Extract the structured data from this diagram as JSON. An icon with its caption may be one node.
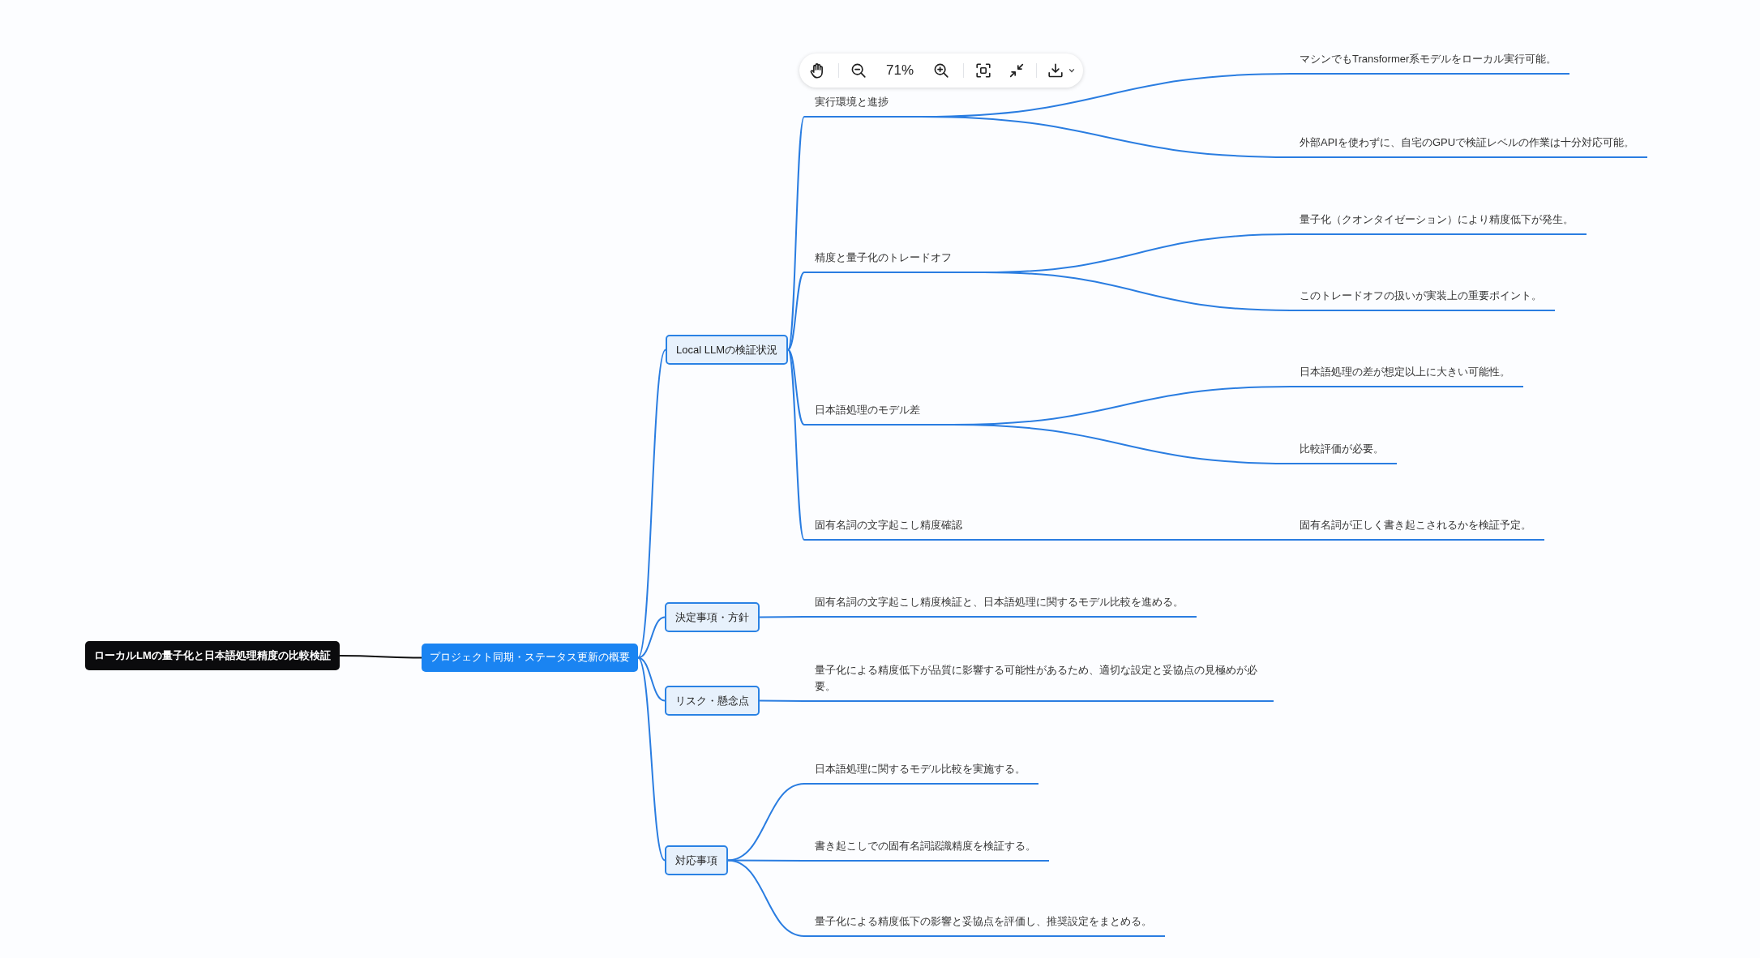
{
  "diagram": {
    "nodes": [
      {
        "text": [
          "ローカルLMの量子化と日本語処理精度の比較検証"
        ]
      },
      {
        "text": [
          "プロジェクト同期・ステータス更新の概要"
        ]
      },
      {
        "text": [
          "Local LLMの検証状況"
        ]
      },
      {
        "text": [
          "実行環境と進捗"
        ]
      },
      {
        "text": [
          "マシンでもTransformer系モデルをローカル実行可能。"
        ]
      },
      {
        "text": [
          "外部APIを使わずに、自宅のGPUで検証レベルの作業は十分対応可能。"
        ]
      },
      {
        "text": [
          "精度と量子化のトレードオフ"
        ]
      },
      {
        "text": [
          "量子化（クオンタイゼーション）により精度低下が発生。"
        ]
      },
      {
        "text": [
          "このトレードオフの扱いが実装上の重要ポイント。"
        ]
      },
      {
        "text": [
          "日本語処理のモデル差"
        ]
      },
      {
        "text": [
          "日本語処理の差が想定以上に大きい可能性。"
        ]
      },
      {
        "text": [
          "比較評価が必要。"
        ]
      },
      {
        "text": [
          "固有名詞の文字起こし精度確認"
        ]
      },
      {
        "text": [
          "固有名詞が正しく書き起こされるかを検証予定。"
        ]
      },
      {
        "text": [
          "決定事項・方針"
        ]
      },
      {
        "text": [
          "固有名詞の文字起こし精度検証と、日本語処理に関するモデル比較を進める。"
        ]
      },
      {
        "text": [
          "リスク・懸念点"
        ]
      },
      {
        "text": [
          "量子化による精度低下が品質に影響する可能性があるため、適切な設定と妥協点の見極めが必要。"
        ]
      },
      {
        "text": [
          "対応事項"
        ]
      },
      {
        "text": [
          "日本語処理に関するモデル比較を実施する。"
        ]
      },
      {
        "text": [
          "書き起こしでの固有名詞認識精度を検証する。"
        ]
      },
      {
        "text": [
          "量子化による精度低下の影響と妥協点を評価し、推奨設定をまとめる。"
        ]
      }
    ],
    "edges": [
      {
        "from": 0,
        "to": 1,
        "arrow": "none",
        "color": "#111111"
      },
      {
        "from": 1,
        "to": 2,
        "arrow": "none"
      },
      {
        "from": 1,
        "to": 14,
        "arrow": "none"
      },
      {
        "from": 1,
        "to": 16,
        "arrow": "none"
      },
      {
        "from": 1,
        "to": 18,
        "arrow": "none"
      },
      {
        "from": 2,
        "to": 3,
        "arrow": "none"
      },
      {
        "from": 2,
        "to": 6,
        "arrow": "none"
      },
      {
        "from": 2,
        "to": 9,
        "arrow": "none"
      },
      {
        "from": 2,
        "to": 12,
        "arrow": "none"
      },
      {
        "from": 3,
        "to": 4,
        "arrow": "none"
      },
      {
        "from": 3,
        "to": 5,
        "arrow": "none"
      },
      {
        "from": 6,
        "to": 7,
        "arrow": "none"
      },
      {
        "from": 6,
        "to": 8,
        "arrow": "none"
      },
      {
        "from": 9,
        "to": 10,
        "arrow": "none"
      },
      {
        "from": 9,
        "to": 11,
        "arrow": "none"
      },
      {
        "from": 12,
        "to": 13,
        "arrow": "none"
      },
      {
        "from": 14,
        "to": 15,
        "arrow": "none"
      },
      {
        "from": 16,
        "to": 17,
        "arrow": "none"
      },
      {
        "from": 18,
        "to": 19,
        "arrow": "none"
      },
      {
        "from": 18,
        "to": 20,
        "arrow": "none"
      },
      {
        "from": 18,
        "to": 21,
        "arrow": "none"
      }
    ],
    "labels": [
      "71%"
    ]
  }
}
